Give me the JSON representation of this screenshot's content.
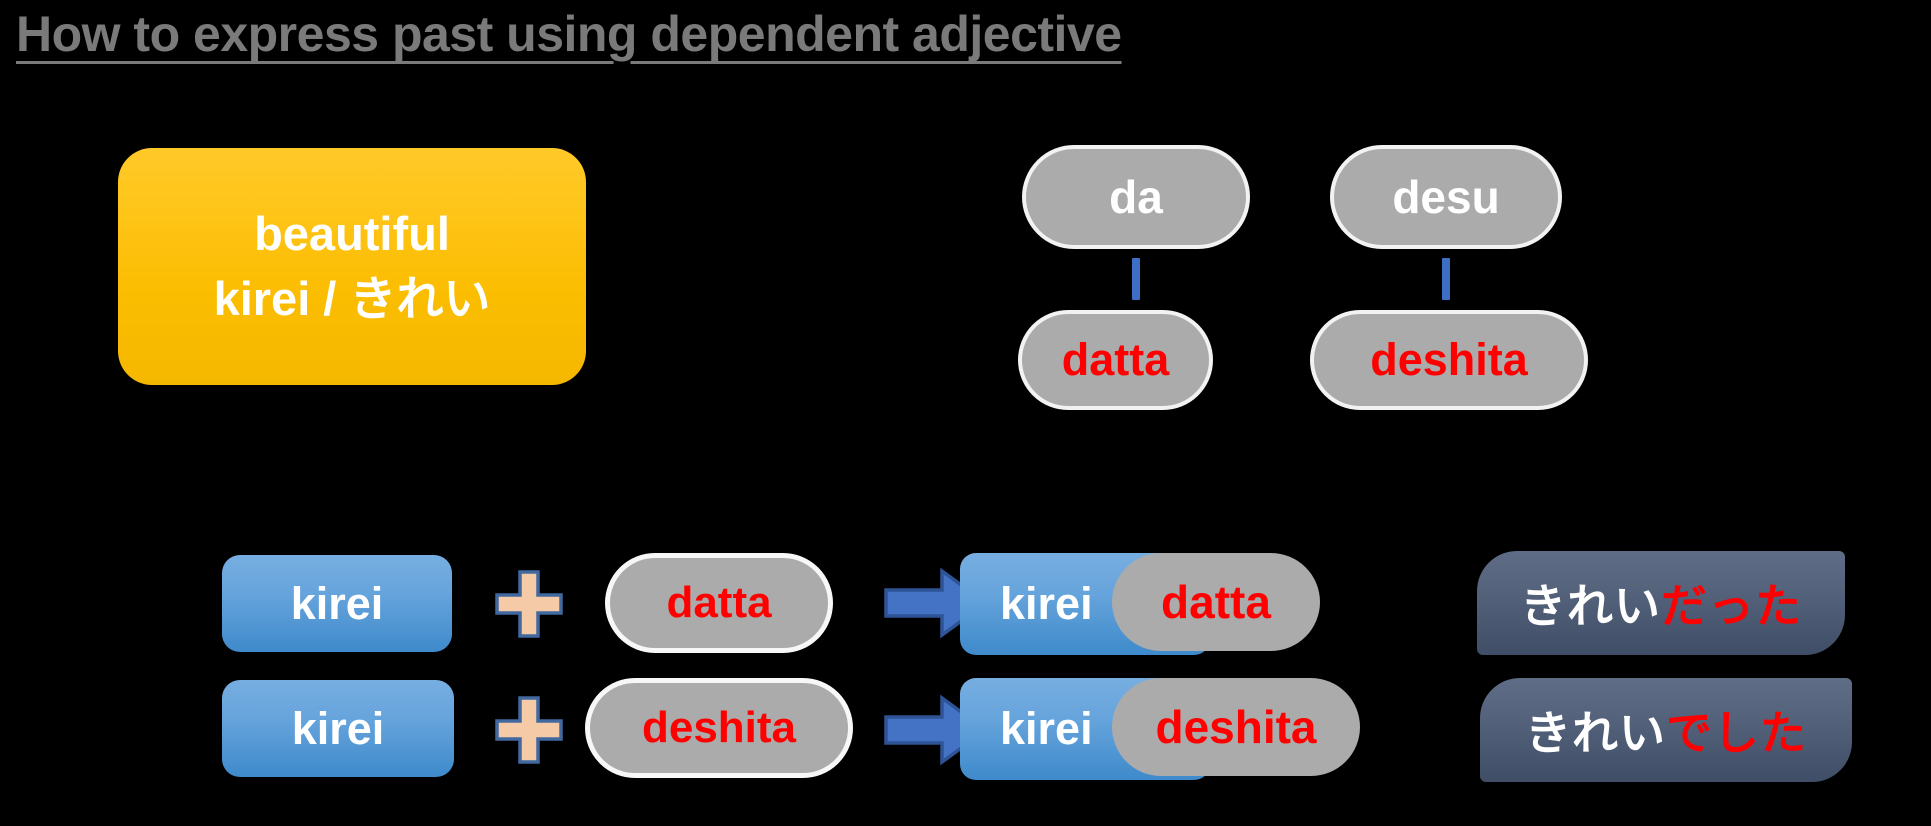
{
  "slide": {
    "title": "How to express past using dependent adjective",
    "title_color": "#7a7a7a",
    "background_color": "#000000"
  },
  "word_card": {
    "name": "kirei-word-card",
    "english": "beautiful",
    "romaji_kana": "kirei / きれい",
    "fill_top": "#FFC928",
    "fill_bottom": "#F5B800",
    "text_color": "#FFFFFF"
  },
  "copula_map": {
    "plain": {
      "present": "da",
      "past": "datta"
    },
    "polite": {
      "present": "desu",
      "past": "deshita"
    },
    "pill_fill": "#ABABAB",
    "pill_border": "#F2F2F2",
    "present_text_color": "#FFFFFF",
    "past_text_color": "#FF0000",
    "connector_color": "#3F6FC4"
  },
  "equations": [
    {
      "adjective": "kirei",
      "operator": "plus-icon",
      "copula": "datta",
      "arrow": "right-arrow-icon",
      "result_romaji_base": "kirei",
      "result_romaji_suffix": "datta",
      "result_kana_base": "きれい",
      "result_kana_suffix": "だった"
    },
    {
      "adjective": "kirei",
      "operator": "plus-icon",
      "copula": "deshita",
      "arrow": "right-arrow-icon",
      "result_romaji_base": "kirei",
      "result_romaji_suffix": "deshita",
      "result_kana_base": "きれい",
      "result_kana_suffix": "でした"
    }
  ],
  "colors": {
    "blue_box_top": "#77AEE0",
    "blue_box_bottom": "#3E8ACB",
    "gray_pill": "#ABABAB",
    "red": "#FF0000",
    "white": "#FFFFFF",
    "arrow_fill": "#4472C4",
    "arrow_stroke": "#2E5496",
    "plus_fill": "#F5CBA7",
    "plus_stroke": "#41699F",
    "dark_box_top": "#5E6D85",
    "dark_box_bottom": "#3F4E66"
  }
}
